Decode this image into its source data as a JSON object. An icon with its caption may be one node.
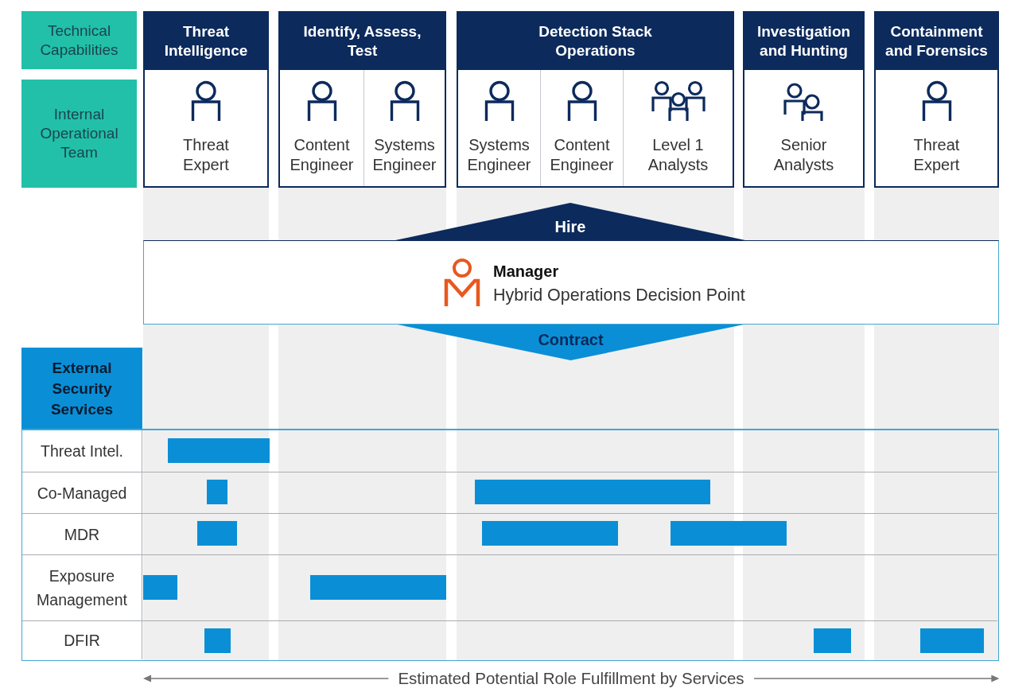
{
  "diagram": {
    "nodes": [
      {
        "text": [
          "Technical Capabilities"
        ]
      },
      {
        "text": [
          "Internal Operational Team"
        ]
      },
      {
        "text": [
          "Threat Intelligence"
        ]
      },
      {
        "text": [
          "Threat Expert"
        ],
        "in": 2
      },
      {
        "text": [
          "Identify, Assess, Test"
        ]
      },
      {
        "text": [
          "Content Engineer"
        ],
        "in": 4
      },
      {
        "text": [
          "Systems Engineer"
        ],
        "in": 4
      },
      {
        "text": [
          "Detection Stack Operations"
        ]
      },
      {
        "text": [
          "Systems Engineer"
        ],
        "in": 7
      },
      {
        "text": [
          "Content Engineer"
        ],
        "in": 7
      },
      {
        "text": [
          "Level 1 Analysts"
        ],
        "in": 7
      },
      {
        "text": [
          "Investigation and Hunting"
        ]
      },
      {
        "text": [
          "Senior Analysts"
        ],
        "in": 11
      },
      {
        "text": [
          "Containment and Forensics"
        ]
      },
      {
        "text": [
          "Threat Expert"
        ],
        "in": 13
      },
      {
        "text": [
          "Hire"
        ]
      },
      {
        "text": [
          "Manager",
          "Hybrid Operations Decision Point"
        ]
      },
      {
        "text": [
          "Contract"
        ]
      },
      {
        "text": [
          "External Security Services"
        ]
      },
      {
        "text": [
          "Threat Intel."
        ]
      },
      {
        "text": [],
        "shape": "bar",
        "in": 19
      },
      {
        "text": [
          "Co-Managed"
        ]
      },
      {
        "text": [],
        "shape": "bar",
        "in": 21
      },
      {
        "text": [],
        "shape": "bar",
        "in": 21
      },
      {
        "text": [
          "MDR"
        ]
      },
      {
        "text": [],
        "shape": "bar",
        "in": 24
      },
      {
        "text": [],
        "shape": "bar",
        "in": 24
      },
      {
        "text": [],
        "shape": "bar",
        "in": 24
      },
      {
        "text": [
          "Exposure Management"
        ]
      },
      {
        "text": [],
        "shape": "bar",
        "in": 28
      },
      {
        "text": [],
        "shape": "bar",
        "in": 28
      },
      {
        "text": [
          "DFIR"
        ]
      },
      {
        "text": [],
        "shape": "bar",
        "in": 31
      },
      {
        "text": [],
        "shape": "bar",
        "in": 31
      },
      {
        "text": [],
        "shape": "bar",
        "in": 31
      }
    ],
    "labels": [
      "Estimated Potential Role Fulfillment by Services"
    ]
  }
}
